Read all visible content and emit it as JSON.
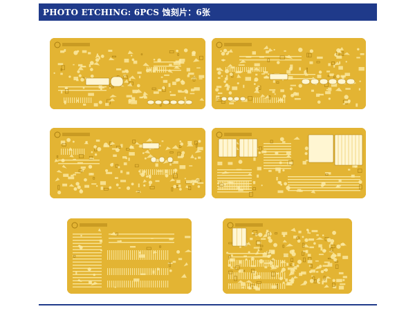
{
  "header": {
    "title": "PHOTO ETCHING: 6PCS    蚀刻片：6张"
  },
  "colors": {
    "brand_bar": "#1f3a8a",
    "brass": "#e3b433",
    "brass_dark": "#a87d10",
    "etch_light": "#fbeaa4"
  },
  "sheets": [
    {
      "name": "photo-etch-sheet-1"
    },
    {
      "name": "photo-etch-sheet-2"
    },
    {
      "name": "photo-etch-sheet-3"
    },
    {
      "name": "photo-etch-sheet-4"
    },
    {
      "name": "photo-etch-sheet-5"
    },
    {
      "name": "photo-etch-sheet-6"
    }
  ]
}
